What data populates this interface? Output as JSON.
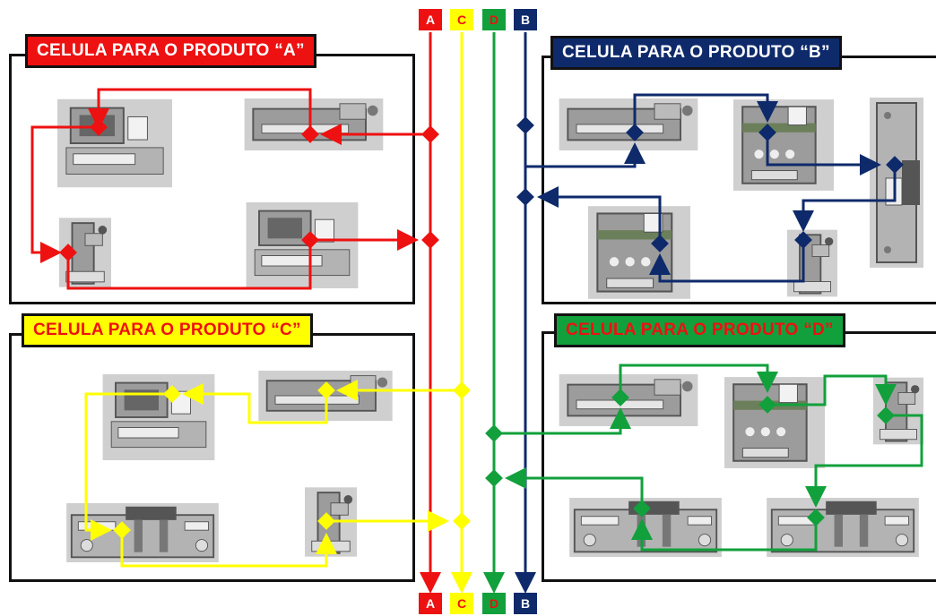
{
  "cells": {
    "a": {
      "title": "CELULA PARA O PRODUTO “A”",
      "bg": "#ee1111",
      "fg": "#ffffff"
    },
    "b": {
      "title": "CELULA PARA O PRODUTO “B”",
      "bg": "#0e2a6b",
      "fg": "#ffffff"
    },
    "c": {
      "title": "CELULA PARA O PRODUTO “C”",
      "bg": "#ffff00",
      "fg": "#ee1111"
    },
    "d": {
      "title": "CELULA PARA O PRODUTO “D”",
      "bg": "#12a03c",
      "fg": "#ee1111"
    }
  },
  "lanes": [
    {
      "label": "A",
      "bg": "#ee1111",
      "fg": "#ffffff"
    },
    {
      "label": "C",
      "bg": "#ffff00",
      "fg": "#ee1111"
    },
    {
      "label": "D",
      "bg": "#12a03c",
      "fg": "#ee1111"
    },
    {
      "label": "B",
      "bg": "#0e2a6b",
      "fg": "#ffffff"
    }
  ],
  "colors": {
    "a": "#ee1111",
    "b": "#0e2a6b",
    "c": "#ffff00",
    "d": "#12a03c",
    "machine": "#a9a9a9"
  }
}
